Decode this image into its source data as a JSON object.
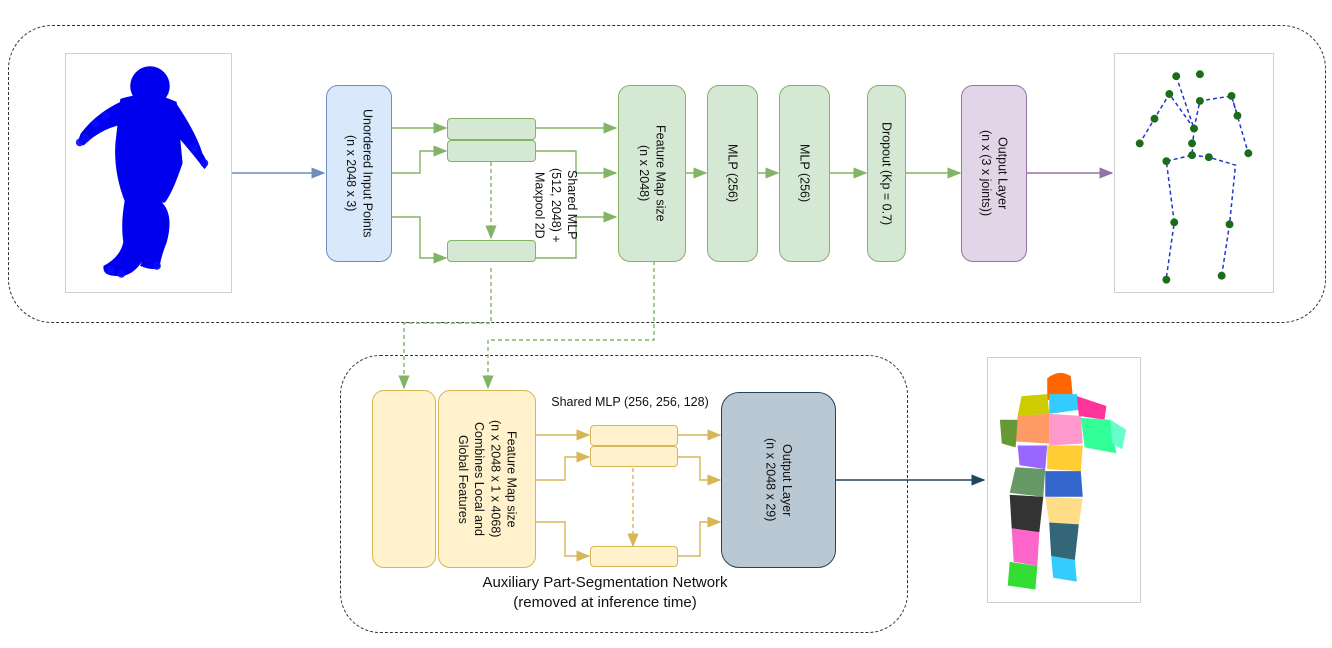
{
  "pipeline": {
    "input_points": "Unordered Input Points\n(n x 2048 x 3)",
    "shared_mlp": "Shared MLP\n(512, 2048) +\nMaxpool 2D",
    "feature_map": "Feature Map size\n(n x 2048)",
    "mlp_1": "MLP (256)",
    "mlp_2": "MLP (256)",
    "dropout": "Dropout (Kp = 0.7)",
    "output_layer": "Output Layer\n(n x (3 x joints))"
  },
  "auxiliary": {
    "feature_map": "Feature Map size\n(n x 2048 x 1 x 4068)\nCombines Local and\nGlobal Features",
    "shared_mlp": "Shared MLP (256, 256, 128)",
    "output_layer": "Output Layer\n(n x 2048 x 29)",
    "title": "Auxiliary Part-Segmentation Network",
    "subtitle": "(removed at inference time)"
  },
  "colors": {
    "input_fill": "#dae8fc",
    "input_border": "#6c8ebf",
    "green_fill": "#d5e8d4",
    "green_border": "#82b366",
    "purple_fill": "#e1d5e7",
    "purple_border": "#9673a6",
    "yellow_fill": "#fff2cc",
    "yellow_border": "#d6b656",
    "slate_fill": "#bac8d3",
    "slate_border": "#23445d",
    "point_cloud": "#0000ee",
    "skeleton_line": "#2233cc",
    "joint": "#1a6e1a"
  }
}
